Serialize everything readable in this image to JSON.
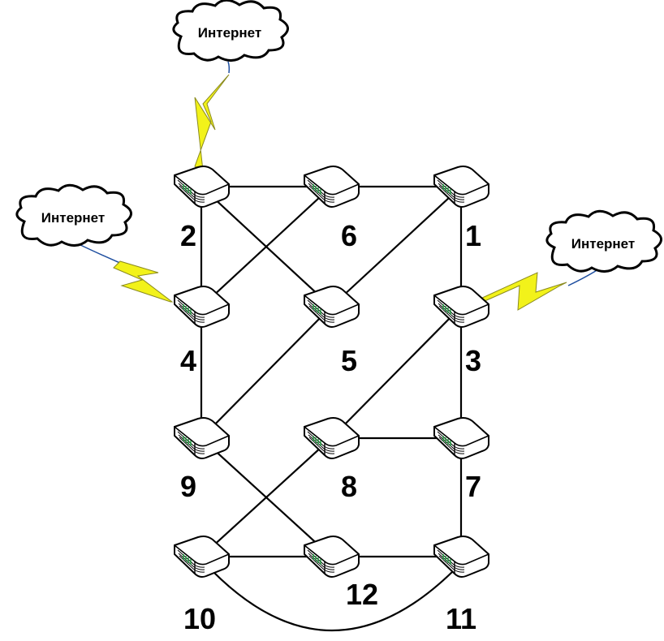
{
  "clouds": [
    {
      "id": "cloud-top",
      "label": "Интернет"
    },
    {
      "id": "cloud-left",
      "label": "Интернет"
    },
    {
      "id": "cloud-right",
      "label": "Интернет"
    }
  ],
  "nodes": [
    {
      "id": "1",
      "label": "1"
    },
    {
      "id": "2",
      "label": "2"
    },
    {
      "id": "3",
      "label": "3"
    },
    {
      "id": "4",
      "label": "4"
    },
    {
      "id": "5",
      "label": "5"
    },
    {
      "id": "6",
      "label": "6"
    },
    {
      "id": "7",
      "label": "7"
    },
    {
      "id": "8",
      "label": "8"
    },
    {
      "id": "9",
      "label": "9"
    },
    {
      "id": "10",
      "label": "10"
    },
    {
      "id": "11",
      "label": "11"
    },
    {
      "id": "12",
      "label": "12"
    }
  ],
  "links": [
    [
      "2",
      "6"
    ],
    [
      "6",
      "1"
    ],
    [
      "2",
      "4"
    ],
    [
      "2",
      "5"
    ],
    [
      "6",
      "4"
    ],
    [
      "1",
      "5"
    ],
    [
      "1",
      "3"
    ],
    [
      "4",
      "9"
    ],
    [
      "5",
      "9"
    ],
    [
      "3",
      "8"
    ],
    [
      "3",
      "7"
    ],
    [
      "8",
      "7"
    ],
    [
      "9",
      "12"
    ],
    [
      "8",
      "10"
    ],
    [
      "7",
      "11"
    ],
    [
      "10",
      "12"
    ],
    [
      "12",
      "11"
    ],
    [
      "10",
      "11"
    ]
  ],
  "internet_links": [
    {
      "cloud": "cloud-top",
      "node": "2"
    },
    {
      "cloud": "cloud-left",
      "node": "4"
    },
    {
      "cloud": "cloud-right",
      "node": "3"
    }
  ]
}
